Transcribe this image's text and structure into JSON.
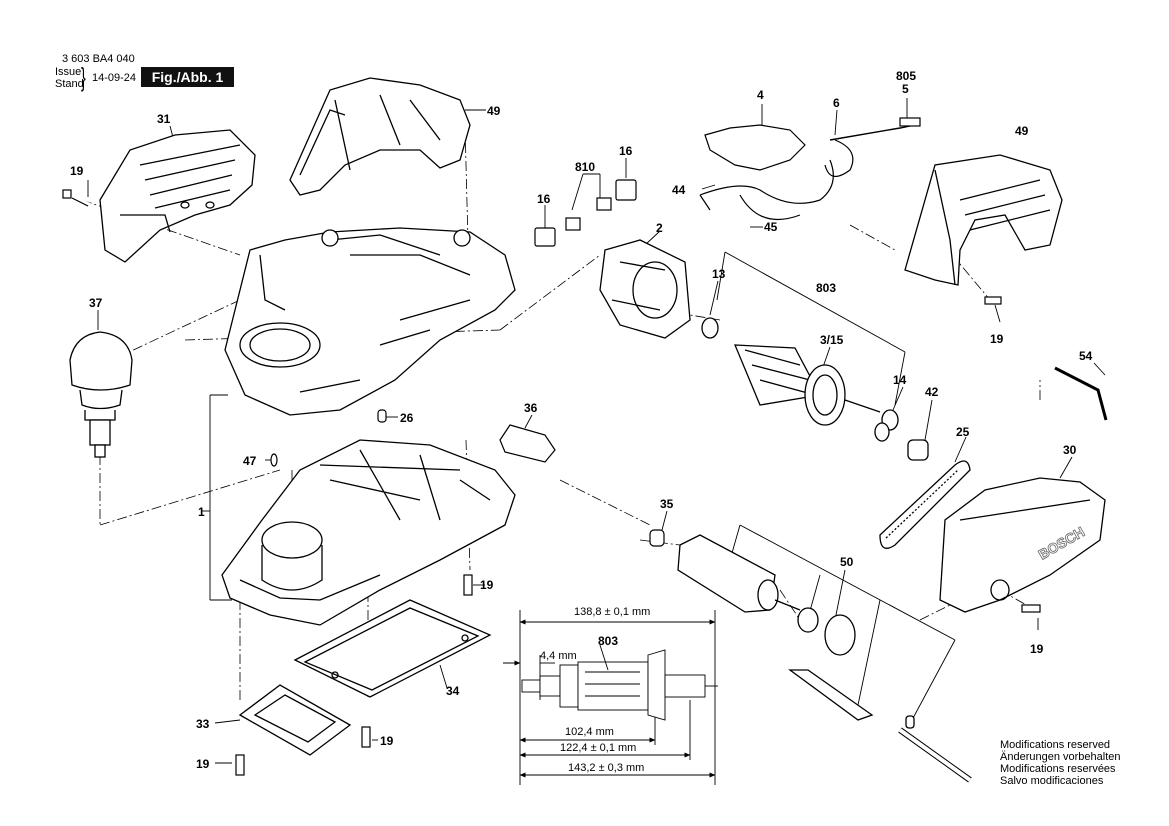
{
  "header": {
    "doc_number": "3 603 BA4 040",
    "issue_label": "Issue",
    "stand_label": "Stand",
    "brace": "}",
    "issue_date": "14-09-24",
    "figure_label": "Fig./Abb. 1"
  },
  "parts": [
    {
      "id": "p1",
      "label": "1"
    },
    {
      "id": "p2",
      "label": "2"
    },
    {
      "id": "p4",
      "label": "4"
    },
    {
      "id": "p5",
      "label": "5"
    },
    {
      "id": "p6",
      "label": "6"
    },
    {
      "id": "p13",
      "label": "13"
    },
    {
      "id": "p14",
      "label": "14"
    },
    {
      "id": "p16a",
      "label": "16"
    },
    {
      "id": "p16b",
      "label": "16"
    },
    {
      "id": "p19a",
      "label": "19"
    },
    {
      "id": "p19b",
      "label": "19"
    },
    {
      "id": "p19c",
      "label": "19"
    },
    {
      "id": "p19d",
      "label": "19"
    },
    {
      "id": "p19e",
      "label": "19"
    },
    {
      "id": "p19f",
      "label": "19"
    },
    {
      "id": "p25",
      "label": "25"
    },
    {
      "id": "p26",
      "label": "26"
    },
    {
      "id": "p30",
      "label": "30"
    },
    {
      "id": "p31",
      "label": "31"
    },
    {
      "id": "p315",
      "label": "3/15"
    },
    {
      "id": "p33",
      "label": "33"
    },
    {
      "id": "p34",
      "label": "34"
    },
    {
      "id": "p35",
      "label": "35"
    },
    {
      "id": "p36",
      "label": "36"
    },
    {
      "id": "p37",
      "label": "37"
    },
    {
      "id": "p42",
      "label": "42"
    },
    {
      "id": "p44",
      "label": "44"
    },
    {
      "id": "p45",
      "label": "45"
    },
    {
      "id": "p47",
      "label": "47"
    },
    {
      "id": "p49a",
      "label": "49"
    },
    {
      "id": "p49b",
      "label": "49"
    },
    {
      "id": "p50",
      "label": "50"
    },
    {
      "id": "p54",
      "label": "54"
    },
    {
      "id": "p803a",
      "label": "803"
    },
    {
      "id": "p803b",
      "label": "803"
    },
    {
      "id": "p805",
      "label": "805"
    },
    {
      "id": "p810",
      "label": "810"
    }
  ],
  "dimensions": {
    "overall_small": "138,8 ± 0,1 mm",
    "shaft_end": "4,4 mm",
    "core": "102,4 mm",
    "mid": "122,4 ± 0,1 mm",
    "overall": "143,2 ± 0,3 mm"
  },
  "brand_mark": "BOSCH",
  "notice": [
    "Modifications reserved",
    "Änderungen vorbehalten",
    "Modifications reservées",
    "Salvo modificaciones"
  ]
}
